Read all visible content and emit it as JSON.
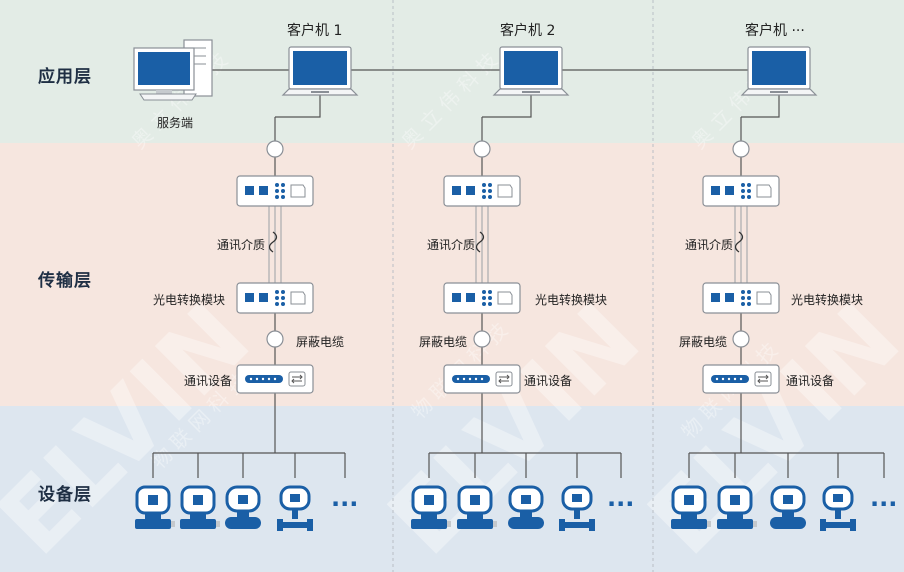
{
  "layers": {
    "application": "应用层",
    "transmission": "传输层",
    "device": "设备层"
  },
  "server": {
    "label": "服务端"
  },
  "clients": [
    {
      "label": "客户机 1"
    },
    {
      "label": "客户机 2"
    },
    {
      "label": "客户机 ···"
    }
  ],
  "columns": [
    {
      "medium": "通讯介质",
      "converter": "光电转换模块",
      "cable": "屏蔽电缆",
      "comm_device": "通讯设备"
    },
    {
      "medium": "通讯介质",
      "converter": "光电转换模块",
      "cable": "屏蔽电缆",
      "comm_device": "通讯设备"
    },
    {
      "medium": "通讯介质",
      "converter": "光电转换模块",
      "cable": "屏蔽电缆",
      "comm_device": "通讯设备"
    }
  ],
  "device_more": "···",
  "watermark": [
    "ELVIN",
    "奥 立 伟 科 技",
    "物 联 网 科 技"
  ],
  "colors": {
    "app_band": "#e3ece6",
    "trans_band": "#f6e6df",
    "dev_band": "#dde6ef",
    "accent_blue": "#1a5fa6",
    "line": "#555555"
  }
}
